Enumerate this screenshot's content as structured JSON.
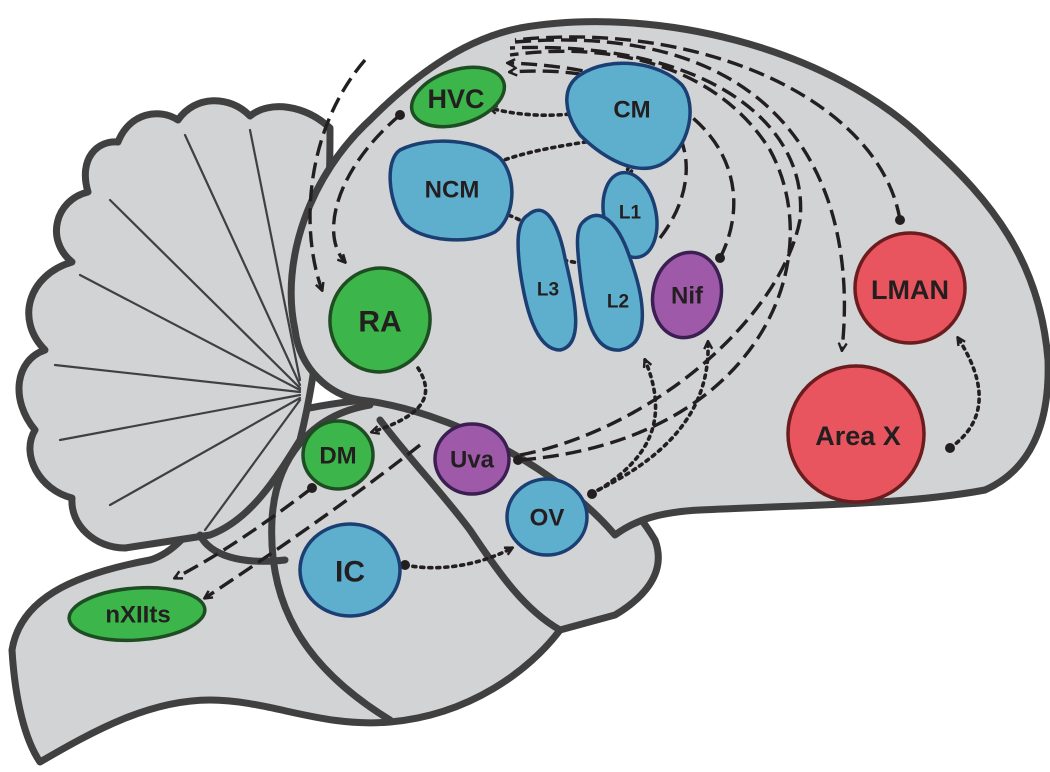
{
  "diagram": {
    "nuclei": {
      "hvc": "HVC",
      "cm": "CM",
      "ncm": "NCM",
      "l1": "L1",
      "l2": "L2",
      "l3": "L3",
      "nif": "Nif",
      "ra": "RA",
      "lman": "LMAN",
      "area_x": "Area X",
      "dm": "DM",
      "uva": "Uva",
      "ov": "OV",
      "ic": "IC",
      "nxiits": "nXIIts"
    },
    "colors": {
      "brain_fill": "#d1d3d4",
      "outline": "#404041",
      "song_system": "#3cb54a",
      "auditory": "#5eaecd",
      "thalamic_input": "#9e5aa8",
      "basal_ganglia_loop": "#e9555f"
    }
  }
}
